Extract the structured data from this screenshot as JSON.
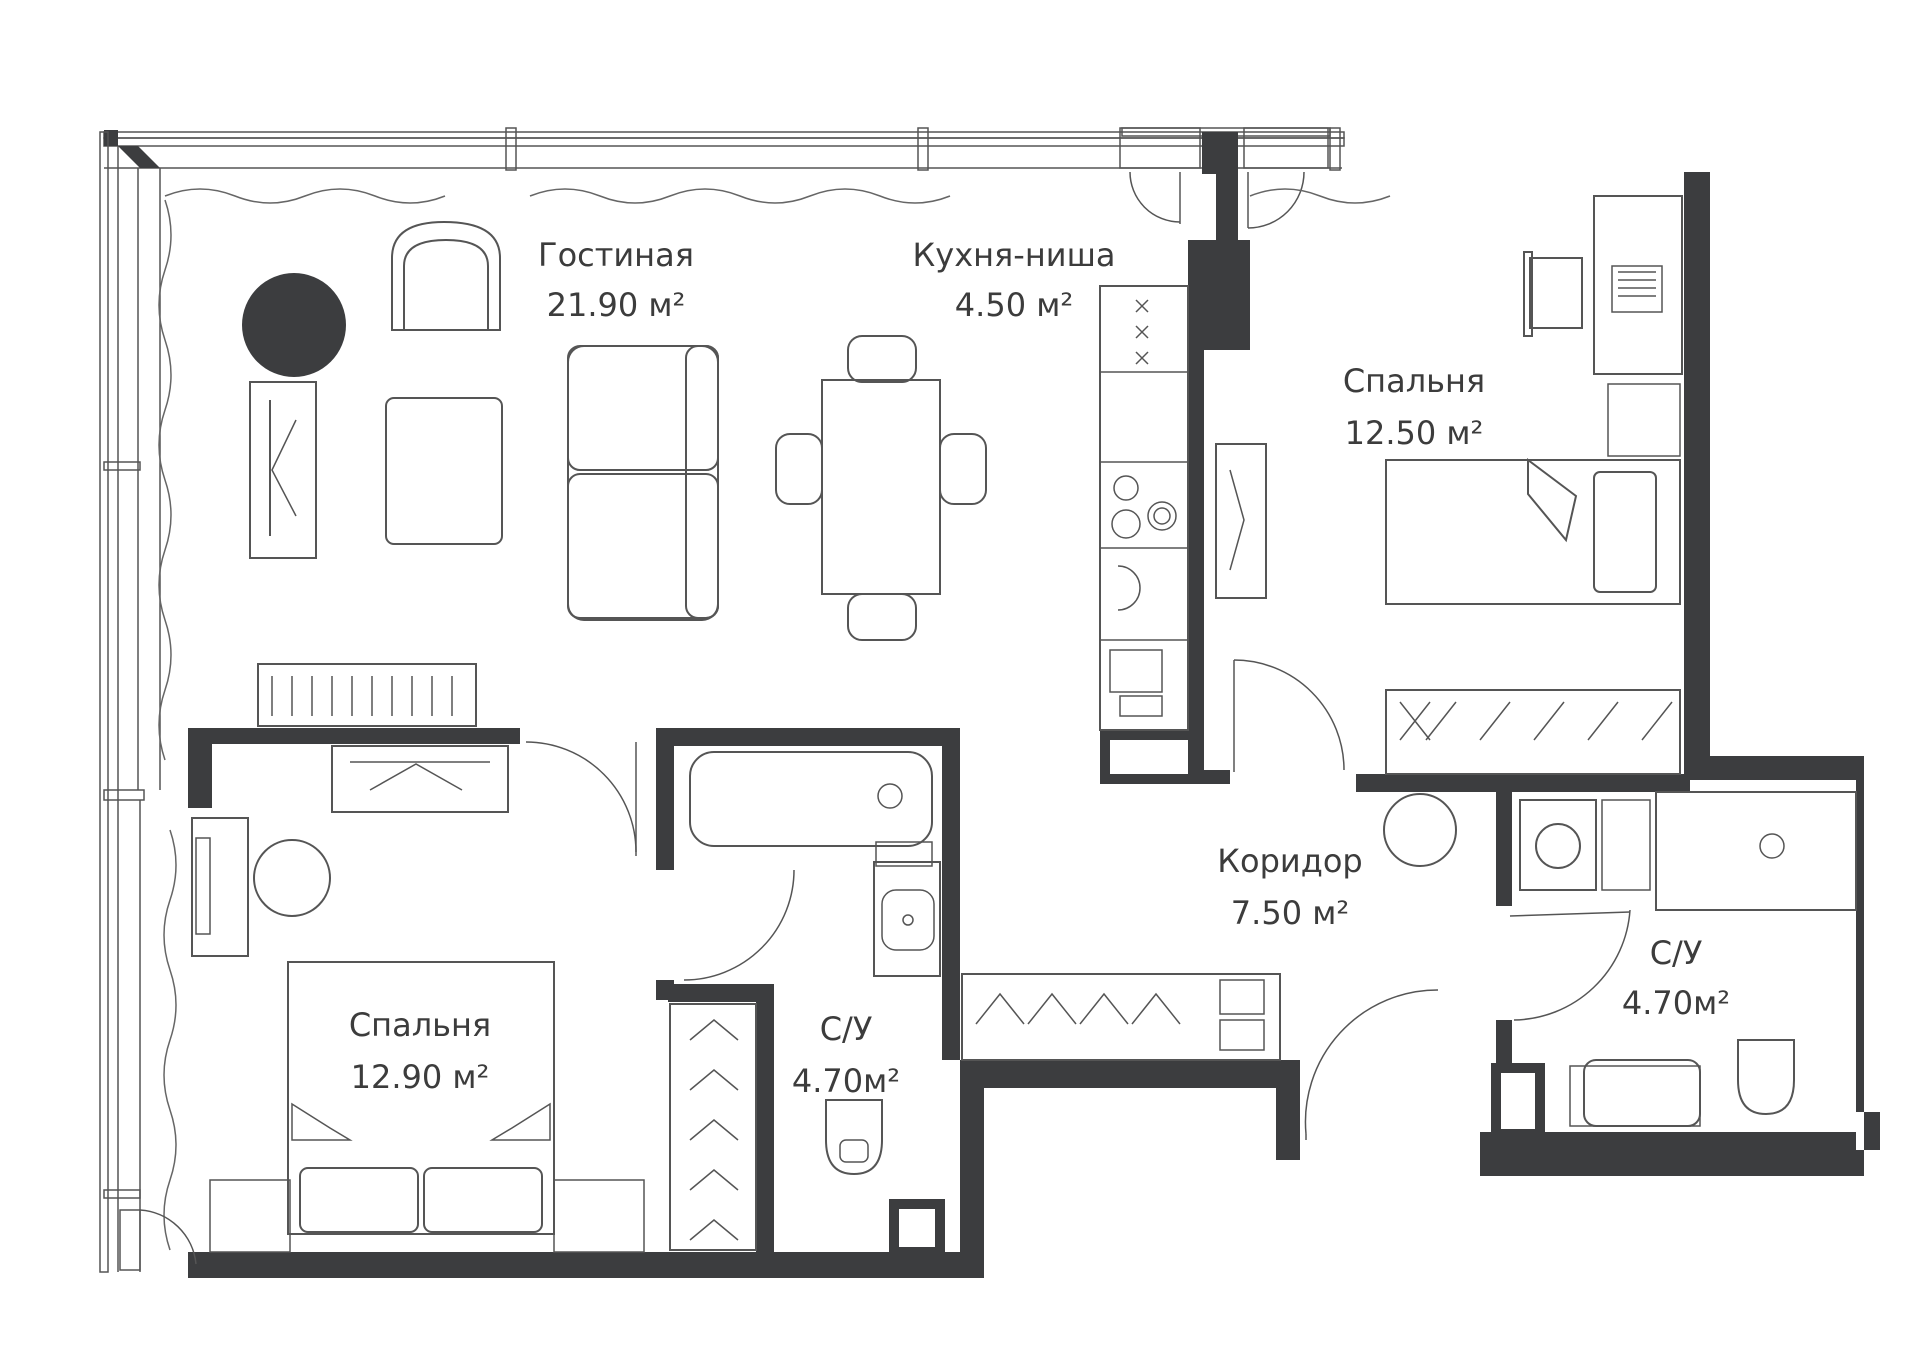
{
  "colors": {
    "wall": "#3c3d3f",
    "line": "#555555",
    "text": "#3c3c3c",
    "background": "#ffffff"
  },
  "rooms": [
    {
      "id": "living",
      "name": "Гостиная",
      "area": "21.90 м²"
    },
    {
      "id": "kitchen",
      "name": "Кухня-ниша",
      "area": "4.50 м²"
    },
    {
      "id": "bedroom_right",
      "name": "Спальня",
      "area": "12.50 м²"
    },
    {
      "id": "bedroom_left",
      "name": "Спальня",
      "area": "12.90 м²"
    },
    {
      "id": "corridor",
      "name": "Коридор",
      "area": "7.50 м²"
    },
    {
      "id": "bath_center",
      "name": "С/У",
      "area": "4.70м²"
    },
    {
      "id": "bath_right",
      "name": "С/У",
      "area": "4.70м²"
    }
  ]
}
